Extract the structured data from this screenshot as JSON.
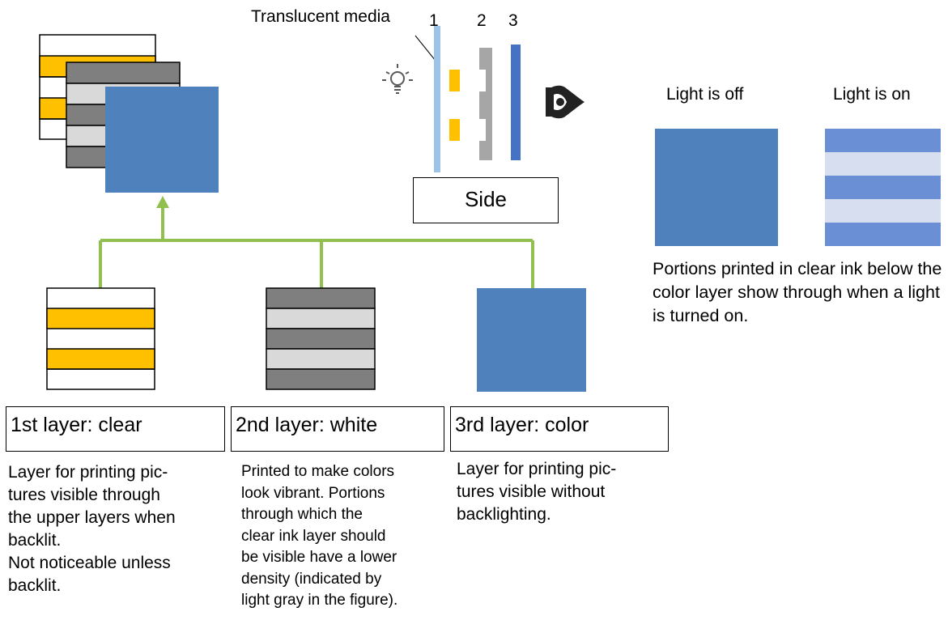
{
  "top": {
    "translucent_label": "Translucent media",
    "num1": "1",
    "num2": "2",
    "num3": "3",
    "side_label": "Side",
    "bulb_icon": "lightbulb-icon",
    "eye_icon": "eye-icon"
  },
  "right": {
    "light_off_label": "Light is off",
    "light_on_label": "Light is on",
    "caption": "Portions printed in clear ink below the color layer show through when a light is turned on."
  },
  "layers": [
    {
      "title": "1st layer: clear",
      "desc_lines": [
        "Layer for printing pic-",
        "tures visible through",
        "the upper layers when",
        "backlit.",
        "Not noticeable unless",
        "backlit."
      ]
    },
    {
      "title": "2nd layer: white",
      "desc_lines": [
        "Printed to make colors",
        "look vibrant. Portions",
        "through which the",
        "clear ink layer should",
        "be visible have a lower",
        "density (indicated by",
        "light gray in the figure)."
      ]
    },
    {
      "title": "3rd layer: color",
      "desc_lines": [
        "Layer for printing pic-",
        "tures visible without",
        "backlighting."
      ]
    }
  ],
  "colors": {
    "orange": "#FFC000",
    "dark_gray": "#7F7F7F",
    "light_gray": "#D9D9D9",
    "blue": "#4F81BD",
    "light_blue": "#9DC3E6",
    "stripe_blue": "#6A8FD4",
    "stripe_light": "#D6DEF0",
    "green": "#92C050"
  }
}
